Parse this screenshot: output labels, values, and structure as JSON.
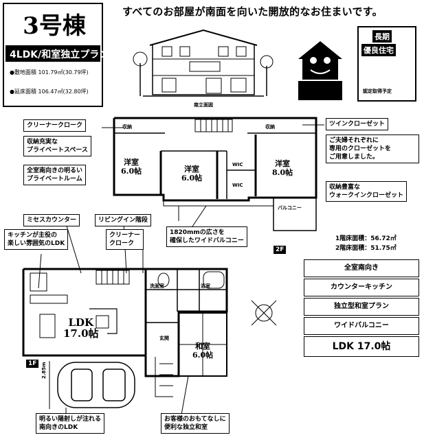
{
  "header": {
    "building": "3号棟",
    "plan_type": "4LDK/和室独立プラン",
    "land_area": "●敷地面積 101.79㎡(30.79坪)",
    "floor_area": "●延床面積 106.47㎡(32.80坪)",
    "headline": "すべてのお部屋が南面を向いた開放的なお住まいです。",
    "facade_caption": "南立面図"
  },
  "certification": {
    "logo_line1": "長期",
    "logo_line2": "優良住宅",
    "logo_note": "認定取得予定"
  },
  "second_floor": {
    "badge": "2F",
    "rooms": {
      "western1": "洋室",
      "western1_size": "6.0帖",
      "western2": "洋室",
      "western2_size": "6.0帖",
      "western3": "洋室",
      "western3_size": "8.0帖",
      "wic": "WIC",
      "balcony": "バルコニー",
      "closet": "収納"
    },
    "callouts": {
      "cleaner_closet": "クリーナークローク",
      "storage_space": "収納充実な\nプライベートスペース",
      "south_rooms": "全室南向きの明るい\nプライベートルーム",
      "twin_closet": "ツインクローゼット",
      "twin_closet_note": "ご夫婦それぞれに\n専用のクローゼットを\nご用意しました。",
      "walk_in": "収納豊富な\nウォークインクローゼット",
      "wide_balcony": "1820mmの広さを\n確保したワイドバルコニー"
    },
    "area1f": "1階床面積：56.72㎡",
    "area2f": "2階床面積：51.75㎡"
  },
  "first_floor": {
    "badge": "1F",
    "rooms": {
      "ldk": "LDK",
      "ldk_size": "17.0帖",
      "japanese": "和室",
      "japanese_size": "6.0帖",
      "entrance": "玄関",
      "washroom": "洗面室",
      "bath": "浴室"
    },
    "callouts": {
      "mrs_counter": "ミセスカウンター",
      "living_in_stairs": "リビングイン階段",
      "kitchen_ldk": "キッチンが主役の\n楽しい雰囲気のLDK",
      "cleaner_cloak": "クリーナー\nクローク",
      "bright_ldk": "明るい陽射しが注れる\n南向きのLDK",
      "guest_room": "お客様のおもてなしに\n便利な独立和室"
    },
    "parking_width": "2.85m"
  },
  "features": [
    "全室南向き",
    "カウンターキッチン",
    "独立型和室プラン",
    "ワイドバルコニー",
    "LDK 17.0帖"
  ]
}
